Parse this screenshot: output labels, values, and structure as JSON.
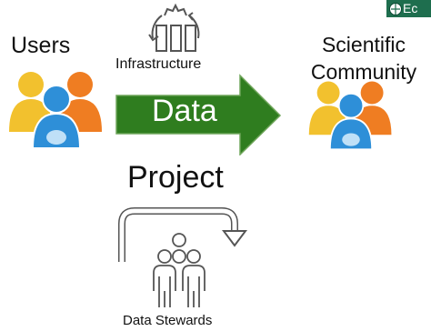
{
  "labels": {
    "users": "Users",
    "scientific_line1": "Scientific",
    "scientific_line2": "Community",
    "infrastructure": "Infrastructure",
    "data": "Data",
    "project": "Project",
    "data_stewards": "Data Stewards",
    "badge": "Ec"
  },
  "colors": {
    "arrow_green": "#2f7d1f",
    "person_yellow": "#f2c12e",
    "person_orange": "#ef7d22",
    "person_blue": "#2e8fd8",
    "icon_gray": "#555555",
    "badge_green": "#1e6e4e"
  },
  "icons": [
    "users-group-icon",
    "scientific-community-group-icon",
    "infrastructure-gear-icon",
    "project-loop-arrow-icon",
    "data-stewards-icon"
  ]
}
